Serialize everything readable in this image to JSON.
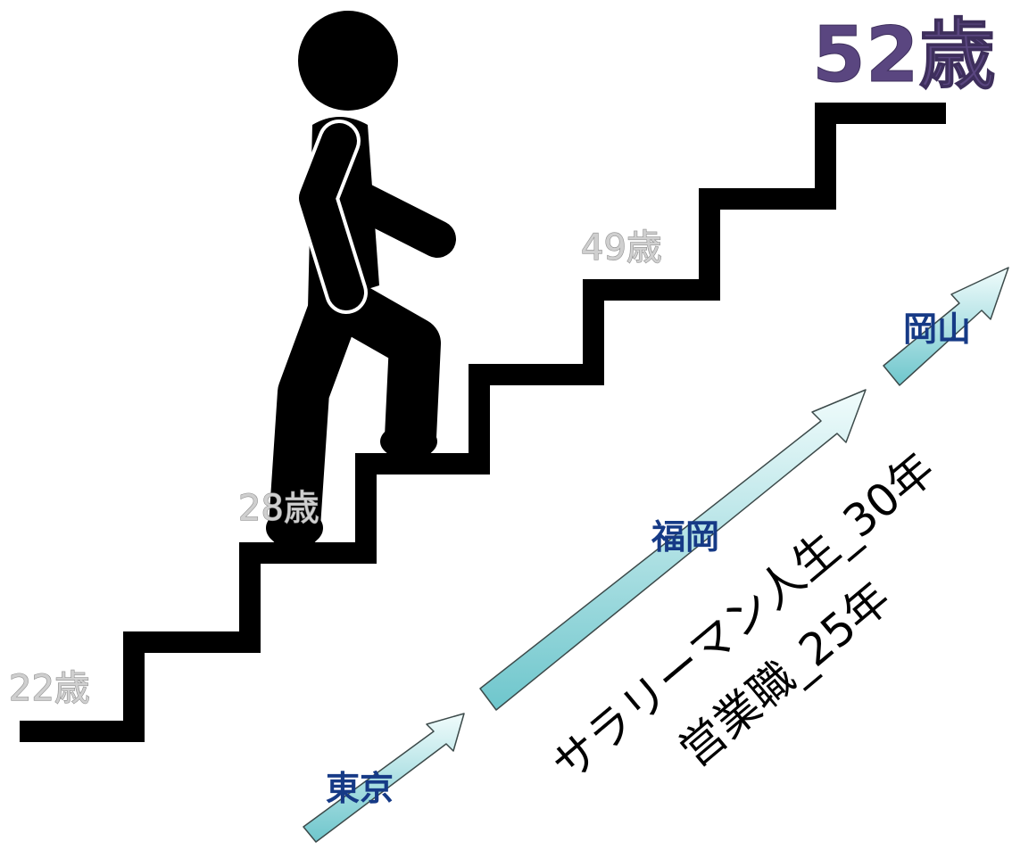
{
  "ages": {
    "start": "22歳",
    "second": "28歳",
    "third": "49歳",
    "current": "52歳"
  },
  "cities": {
    "first": "東京",
    "second": "福岡",
    "third": "岡山"
  },
  "career": {
    "line1": "サラリーマン人生_30年",
    "line2": "営業職_25年"
  },
  "colors": {
    "stairs": "#000000",
    "figure": "#000000",
    "arrow_fill_light": "#eefbfb",
    "arrow_fill_dark": "#6ec6cc",
    "big_age": "#5a4680",
    "city_text": "#163a86",
    "age_label": "#cfcfcf"
  },
  "icons": [
    "walking-person-icon",
    "staircase-icon",
    "arrow-icon"
  ]
}
